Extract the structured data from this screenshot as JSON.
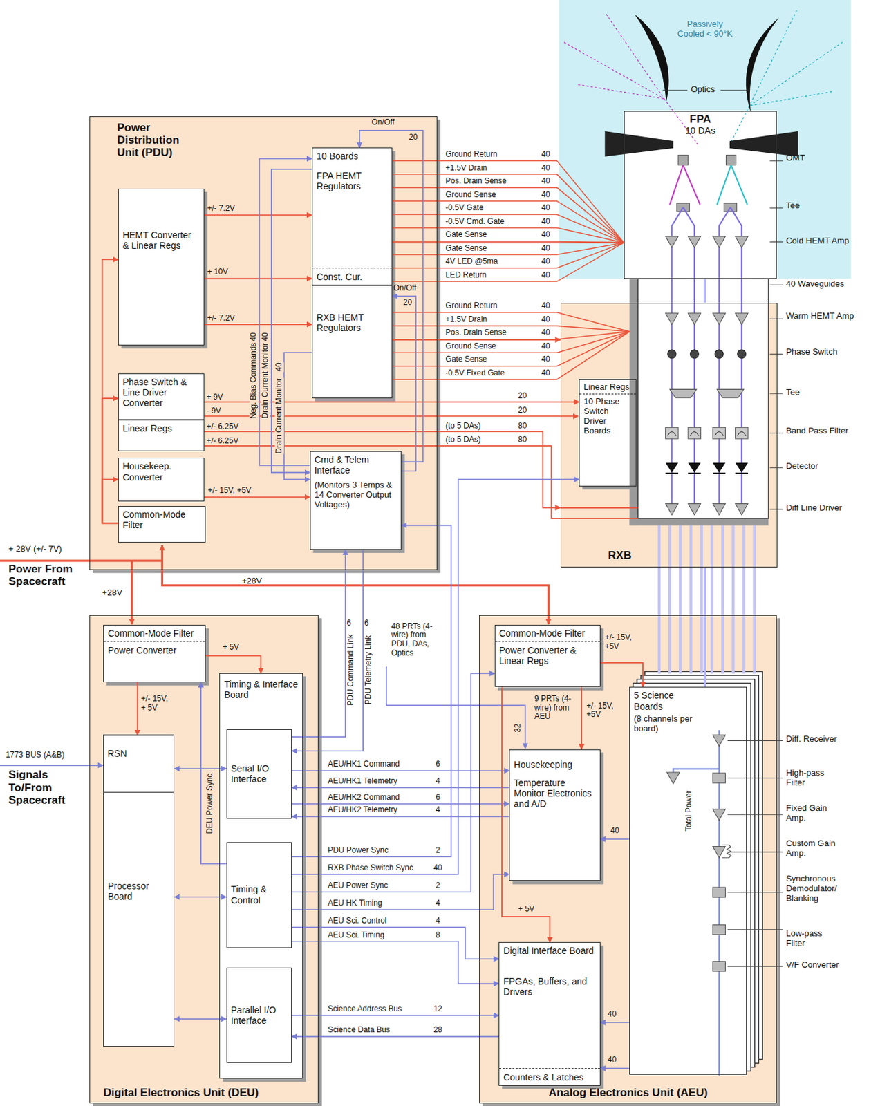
{
  "diagram": {
    "nodes": [
      {
        "text": [
          "Power Distribution Unit (PDU)"
        ]
      },
      {
        "text": [
          "HEMT Converter & Linear Regs"
        ],
        "in": 0
      },
      {
        "text": [
          "Phase Switch & Line Driver Converter"
        ],
        "in": 0
      },
      {
        "text": [
          "Linear Regs"
        ],
        "in": 0
      },
      {
        "text": [
          "Housekeep. Converter"
        ],
        "in": 0
      },
      {
        "text": [
          "Common-Mode Filter"
        ],
        "in": 0
      },
      {
        "text": [
          "10 Boards",
          "FPA HEMT Regulators",
          "Const. Cur."
        ],
        "in": 0
      },
      {
        "text": [
          "RXB HEMT Regulators"
        ],
        "in": 0
      },
      {
        "text": [
          "Cmd & Telem Interface",
          "(Monitors 3 Temps & 14 Converter Output Voltages)"
        ],
        "in": 0
      },
      {
        "text": [
          "FPA",
          "10 DAs"
        ]
      },
      {
        "text": [
          "RXB"
        ]
      },
      {
        "text": [
          "Linear Regs",
          "10 Phase Switch Driver Boards"
        ],
        "in": 10
      },
      {
        "text": [
          "Digital Electronics Unit (DEU)"
        ]
      },
      {
        "text": [
          "Common-Mode Filter",
          "Power Converter"
        ],
        "in": 12
      },
      {
        "text": [
          "Processor Board"
        ],
        "in": 12
      },
      {
        "text": [
          "RSN"
        ],
        "in": 14
      },
      {
        "text": [
          "Timing & Interface Board"
        ],
        "in": 12
      },
      {
        "text": [
          "Serial I/O Interface"
        ],
        "in": 16
      },
      {
        "text": [
          "Timing & Control"
        ],
        "in": 16
      },
      {
        "text": [
          "Parallel I/O Interface"
        ],
        "in": 16
      },
      {
        "text": [
          "Analog Electronics Unit (AEU)"
        ]
      },
      {
        "text": [
          "Common-Mode Filter",
          "Power Converter & Linear Regs"
        ],
        "in": 20
      },
      {
        "text": [
          "Housekeeping",
          "Temperature Monitor Electronics and A/D"
        ],
        "in": 20
      },
      {
        "text": [
          "Digital Interface Board",
          "FPGAs, Buffers, and Drivers",
          "Counters & Latches"
        ],
        "in": 20
      },
      {
        "text": [
          "5 Science Boards",
          "(8 channels per board)"
        ],
        "in": 20
      }
    ],
    "edges": [
      {
        "from": 5,
        "to": 1,
        "arrow": "to"
      },
      {
        "from": 5,
        "to": 2,
        "arrow": "to"
      },
      {
        "from": 5,
        "to": 4,
        "arrow": "to"
      },
      {
        "from": 1,
        "to": 6,
        "arrow": "to",
        "label": "+/- 7.2V"
      },
      {
        "from": 1,
        "to": 6,
        "arrow": "to",
        "label": "+ 10V"
      },
      {
        "from": 1,
        "to": 7,
        "arrow": "to",
        "label": "+/- 7.2V"
      },
      {
        "from": 6,
        "to": 9,
        "arrow": "to"
      },
      {
        "from": 7,
        "to": 10,
        "arrow": "to"
      },
      {
        "from": 2,
        "to": 11,
        "arrow": "to",
        "label": "+ 9V"
      },
      {
        "from": 3,
        "to": 10,
        "arrow": "to",
        "label": "+/- 6.25V"
      },
      {
        "from": 4,
        "to": 8,
        "arrow": "to",
        "label": "+/- 15V, +5V"
      },
      {
        "from": 8,
        "to": 6,
        "arrow": "to",
        "label": "On/Off"
      },
      {
        "from": 8,
        "to": 7,
        "arrow": "to",
        "label": "On/Off"
      },
      {
        "from": 8,
        "to": 6,
        "arrow": "to",
        "label": "Neg. Bias Commands"
      },
      {
        "from": 6,
        "to": 8,
        "arrow": "to",
        "label": "Drain Current Monitor"
      },
      {
        "from": 7,
        "to": 8,
        "arrow": "to",
        "label": "Drain Current Monitor"
      },
      {
        "from": 17,
        "to": 8,
        "arrow": "to",
        "label": "PDU Command Link"
      },
      {
        "from": 8,
        "to": 17,
        "arrow": "to",
        "label": "PDU Telemetry Link"
      },
      {
        "from": 13,
        "to": 14,
        "arrow": "to",
        "label": "+/- 15V, + 5V"
      },
      {
        "from": 13,
        "to": 16,
        "arrow": "to",
        "label": "+ 5V"
      },
      {
        "from": 14,
        "to": 17,
        "arrow": "both"
      },
      {
        "from": 14,
        "to": 18,
        "arrow": "both"
      },
      {
        "from": 14,
        "to": 19,
        "arrow": "both"
      },
      {
        "from": 17,
        "to": 22,
        "arrow": "to",
        "label": "AEU/HK1 Command"
      },
      {
        "from": 22,
        "to": 17,
        "arrow": "to",
        "label": "AEU/HK1 Telemetry"
      },
      {
        "from": 17,
        "to": 22,
        "arrow": "to",
        "label": "AEU/HK2 Command"
      },
      {
        "from": 22,
        "to": 17,
        "arrow": "to",
        "label": "AEU/HK2 Telemetry"
      },
      {
        "from": 18,
        "to": 8,
        "arrow": "to",
        "label": "PDU Power Sync"
      },
      {
        "from": 18,
        "to": 11,
        "arrow": "to",
        "label": "RXB Phase Switch Sync"
      },
      {
        "from": 18,
        "to": 21,
        "arrow": "to",
        "label": "AEU Power Sync"
      },
      {
        "from": 18,
        "to": 22,
        "arrow": "to",
        "label": "AEU HK Timing"
      },
      {
        "from": 18,
        "to": 23,
        "arrow": "to",
        "label": "AEU Sci. Control"
      },
      {
        "from": 18,
        "to": 23,
        "arrow": "to",
        "label": "AEU Sci. Timing"
      },
      {
        "from": 19,
        "to": 23,
        "arrow": "to",
        "label": "Science Address Bus"
      },
      {
        "from": 23,
        "to": 19,
        "arrow": "to",
        "label": "Science Data Bus"
      },
      {
        "from": 18,
        "to": 13,
        "arrow": "to",
        "label": "DEU Power Sync"
      },
      {
        "from": 21,
        "to": 22,
        "arrow": "to",
        "label": "+/- 15V, +5V"
      },
      {
        "from": 21,
        "to": 23,
        "arrow": "to",
        "label": "+ 5V"
      },
      {
        "from": 21,
        "to": 24,
        "arrow": "to",
        "label": "+/- 15V, +5V"
      },
      {
        "from": 24,
        "to": 22,
        "arrow": "to"
      },
      {
        "from": 24,
        "to": 23,
        "arrow": "to"
      },
      {
        "from": 24,
        "to": 23,
        "arrow": "to"
      },
      {
        "from": 10,
        "to": 24,
        "arrow": "none"
      },
      {
        "from": 9,
        "to": 10,
        "arrow": "none"
      }
    ],
    "labels": [
      "Passively Cooled < 90°K",
      "Optics",
      "OMT",
      "Tee",
      "Cold HEMT Amp",
      "40 Waveguides",
      "Warm HEMT Amp",
      "Phase Switch",
      "Tee",
      "Band Pass Filter",
      "Detector",
      "Diff Line Driver",
      "Ground Return",
      "40",
      "+1.5V Drain",
      "40",
      "Pos. Drain Sense",
      "40",
      "Ground Sense",
      "40",
      "-0.5V Gate",
      "40",
      "-0.5V Cmd. Gate",
      "40",
      "Gate Sense",
      "40",
      "Gate Sense",
      "40",
      "4V LED @5ma",
      "40",
      "LED Return",
      "40",
      "20",
      "20",
      "Ground Return",
      "40",
      "+1.5V Drain",
      "40",
      "Pos. Drain Sense",
      "40",
      "Ground Sense",
      "40",
      "Gate Sense",
      "40",
      "-0.5V Fixed Gate",
      "40",
      "- 9V",
      "20",
      "20",
      "+/- 6.25V",
      "(to 5 DAs)",
      "(to 5 DAs)",
      "80",
      "80",
      "40",
      "40",
      "40",
      "+ 28V (+/- 7V)",
      "Power From Spacecraft",
      "+28V",
      "+28V",
      "1773 BUS (A&B)",
      "Signals To/From Spacecraft",
      "6",
      "6",
      "48 PRTs (4-wire) from PDU, DAs, Optics",
      "9 PRTs (4-wire) from AEU",
      "32",
      "40",
      "40",
      "40",
      "6",
      "4",
      "6",
      "4",
      "2",
      "40",
      "2",
      "4",
      "4",
      "8",
      "12",
      "28",
      "Total Power",
      "Diff. Receiver",
      "High-pass Filter",
      "Fixed Gain Amp.",
      "Custom Gain Amp.",
      "Synchronous Demodulator/ Blanking",
      "Low-pass Filter",
      "V/F Converter"
    ]
  }
}
